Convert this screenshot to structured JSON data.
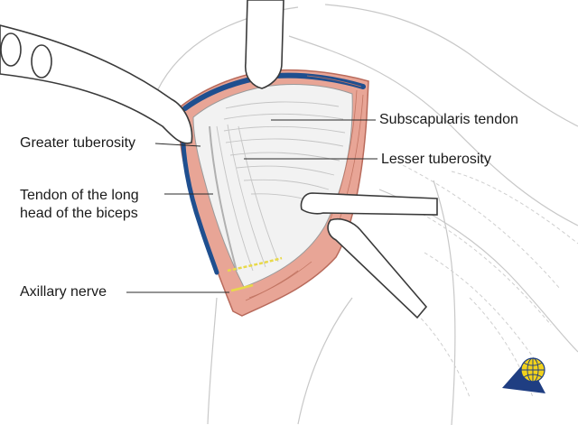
{
  "labels": {
    "greater_tuberosity": "Greater tuberosity",
    "biceps_tendon_line1": "Tendon of the long",
    "biceps_tendon_line2": "head of the biceps",
    "axillary_nerve": "Axillary nerve",
    "subscapularis_tendon": "Subscapularis tendon",
    "lesser_tuberosity": "Lesser tuberosity"
  },
  "colors": {
    "muscle": "#e8a596",
    "muscle_dark": "#cf7d6c",
    "fascia_blue": "#1f4f8f",
    "tendon": "#f2f2f2",
    "nerve": "#e8d94a",
    "instrument_fill": "#ffffff",
    "instrument_stroke": "#3a3a3a",
    "skin_line": "#bfbfbf",
    "logo_blue": "#1f3e82",
    "logo_yellow": "#f2d21b"
  },
  "icons": {
    "logo": "globe-triangle-logo"
  }
}
